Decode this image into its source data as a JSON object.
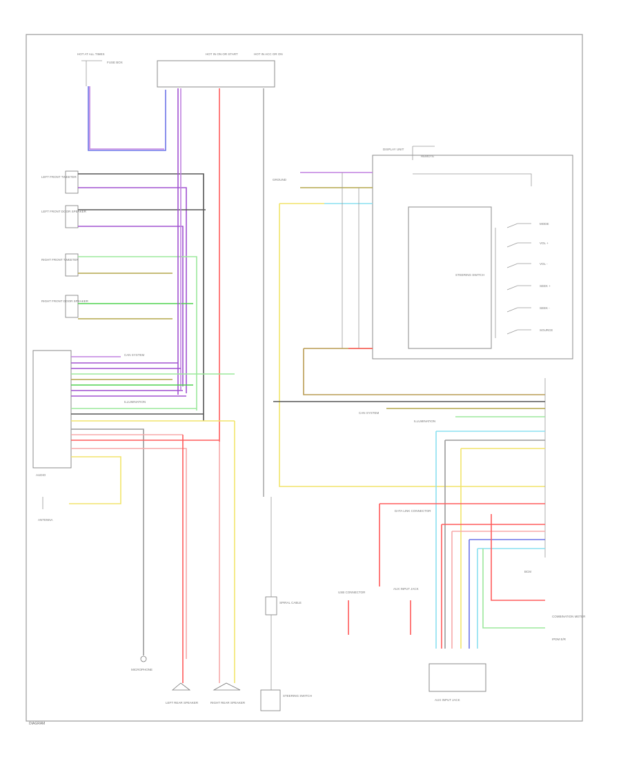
{
  "footer": {
    "code": "DIAGRAM"
  },
  "colors": {
    "red": "#ff5a5a",
    "pink": "#f7a8a8",
    "yellow": "#f2e46a",
    "lightgreen": "#9be89b",
    "green": "#4fd24f",
    "blue": "#6a72e8",
    "purple": "#a050d0",
    "violet": "#c080e0",
    "gray": "#9a9a9a",
    "black": "#555555",
    "cyan": "#8ae0f0",
    "brown": "#b89a50",
    "olive": "#b4a64a"
  },
  "labels": {
    "fuse_left": "HOT AT ALL TIMES",
    "fuse_mid": "HOT IN ON OR START",
    "fuse_right": "HOT IN ACC OR ON",
    "fuse_box": "FUSE BOX",
    "audio": "AUDIO",
    "antenna": "ANTENNA",
    "left_front_door": "LEFT FRONT DOOR SPEAKER",
    "left_front_tweeter": "LEFT FRONT TWEETER",
    "right_front_door": "RIGHT FRONT DOOR SPEAKER",
    "right_front_tweeter": "RIGHT FRONT TWEETER",
    "left_rear": "LEFT REAR SPEAKER",
    "right_rear": "RIGHT REAR SPEAKER",
    "steering_switch": "STEERING SWITCH",
    "spiral_cable": "SPIRAL CABLE",
    "bcm": "BCM",
    "combination_meter": "COMBINATION METER",
    "ipdm": "IPDM E/R",
    "data_link": "DATA LINK CONNECTOR",
    "usb": "USB CONNECTOR",
    "aux": "AUX INPUT JACK",
    "mic": "MICROPHONE",
    "can_system": "CAN SYSTEM",
    "sw_mode": "MODE",
    "sw_vol_up": "VOL +",
    "sw_vol_down": "VOL -",
    "sw_seek_up": "SEEK +",
    "sw_seek_down": "SEEK -",
    "sw_source": "SOURCE",
    "gnd": "GROUND",
    "illum": "ILLUMINATION",
    "display": "DISPLAY UNIT",
    "remote": "REMOTE"
  }
}
